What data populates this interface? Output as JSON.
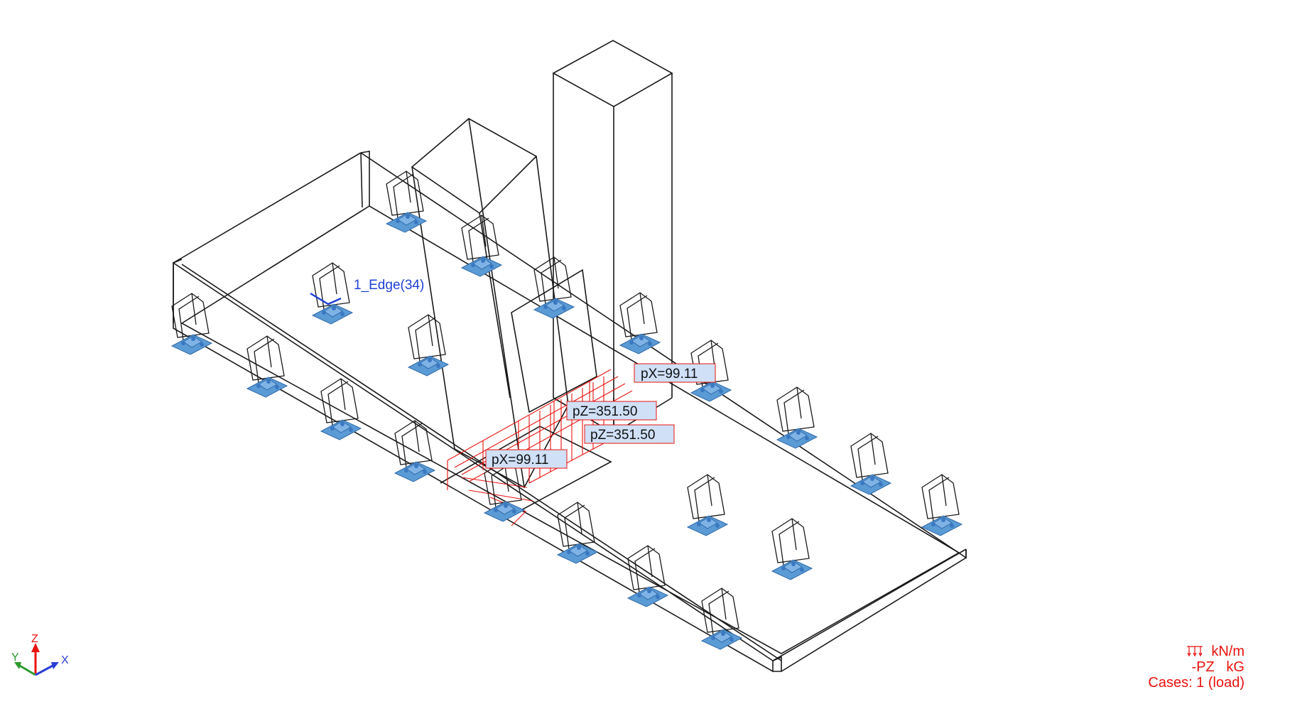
{
  "colors": {
    "geometry": "#1a1a1a",
    "load": "#e8130f",
    "support": "#5b9bd5",
    "label_bg": "#cfe0f7",
    "selection": "#1f3fd6"
  },
  "axes_triad": {
    "x": "X",
    "y": "Y",
    "z": "Z"
  },
  "selection_label": "1_Edge(34)",
  "load_labels": [
    "pX=99.11",
    "pZ=351.50",
    "pZ=351.50",
    "pX=99.11"
  ],
  "legend": {
    "unit_line": "kN/m",
    "component_line": "-PZ   kG",
    "cases_line": "Cases: 1 (load)",
    "load_icon": "distributed-load-icon"
  }
}
